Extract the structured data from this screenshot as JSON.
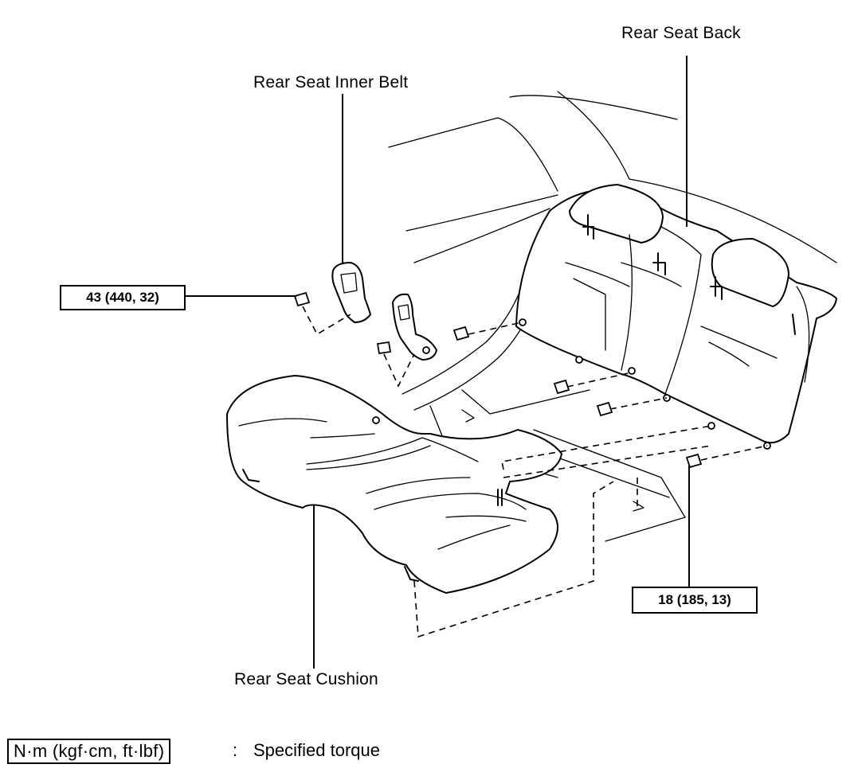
{
  "labels": {
    "rear_seat_back": "Rear Seat Back",
    "rear_seat_inner_belt": "Rear Seat Inner Belt",
    "rear_seat_cushion": "Rear Seat Cushion"
  },
  "torque_specs": {
    "belt_bolt": "43 (440, 32)",
    "cushion_bolt": "18 (185, 13)"
  },
  "legend": {
    "units": "N·m (kgf·cm, ft·lbf)",
    "separator": ":",
    "description": "Specified torque"
  }
}
